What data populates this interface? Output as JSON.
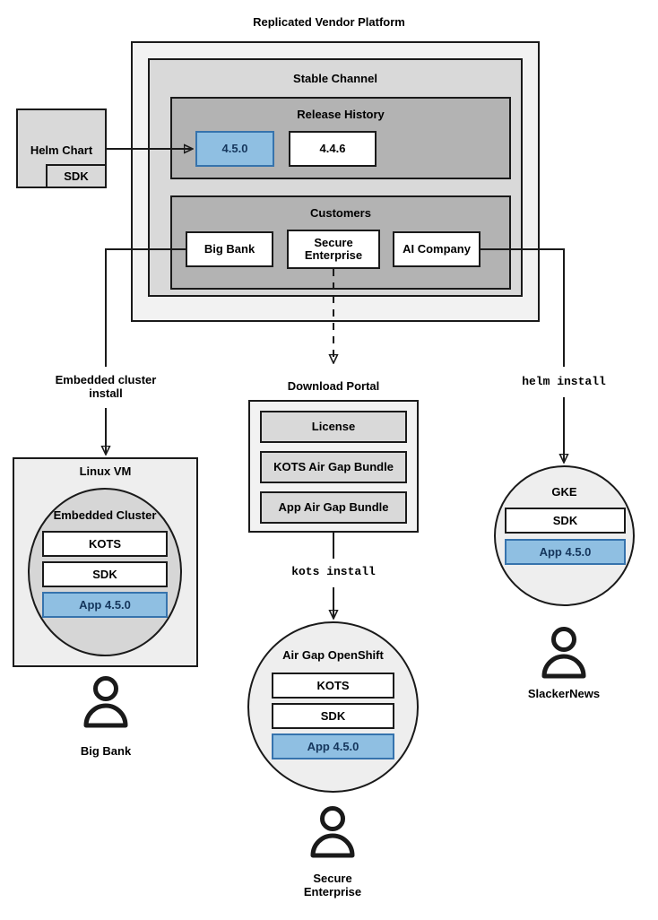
{
  "diagram": {
    "title": "Replicated Vendor Platform",
    "colors": {
      "blue_fill": "#8fbfe2",
      "blue_border": "#3673ad",
      "blue_text": "#15365c",
      "frame_outer": "#f2f2f2",
      "frame_mid": "#d9d9d9",
      "frame_inner": "#b3b3b3",
      "box_gray": "#d9d9d9",
      "stroke": "#1a1a1a"
    }
  },
  "platform": {
    "title": "Replicated Vendor Platform",
    "channel": {
      "title": "Stable Channel",
      "release_history": {
        "title": "Release History",
        "releases": [
          {
            "version": "4.5.0",
            "highlighted": true
          },
          {
            "version": "4.4.6",
            "highlighted": false
          }
        ]
      },
      "customers": {
        "title": "Customers",
        "items": [
          {
            "name": "Big Bank"
          },
          {
            "name": "Secure\nEnterprise",
            "line1": "Secure",
            "line2": "Enterprise"
          },
          {
            "name": "AI Company"
          }
        ]
      }
    }
  },
  "source": {
    "helm_chart": {
      "label": "Helm Chart",
      "sdk_label": "SDK"
    }
  },
  "edges": {
    "embedded_cluster_install": {
      "line1": "Embedded cluster",
      "line2": "install"
    },
    "helm_install": {
      "label": "helm install"
    },
    "kots_install": {
      "label": "kots install"
    }
  },
  "targets": {
    "linux_vm": {
      "title": "Linux VM",
      "cluster_title": "Embedded Cluster",
      "components": [
        {
          "label": "KOTS",
          "highlighted": false
        },
        {
          "label": "SDK",
          "highlighted": false
        },
        {
          "label": "App 4.5.0",
          "highlighted": true
        }
      ],
      "actor": "Big Bank"
    },
    "download_portal": {
      "title": "Download Portal",
      "artifacts": [
        {
          "label": "License"
        },
        {
          "label": "KOTS Air Gap Bundle"
        },
        {
          "label": "App Air Gap Bundle"
        }
      ]
    },
    "air_gap_openshift": {
      "title": "Air Gap OpenShift",
      "components": [
        {
          "label": "KOTS",
          "highlighted": false
        },
        {
          "label": "SDK",
          "highlighted": false
        },
        {
          "label": "App 4.5.0",
          "highlighted": true
        }
      ],
      "actor_line1": "Secure",
      "actor_line2": "Enterprise"
    },
    "gke": {
      "title": "GKE",
      "components": [
        {
          "label": "SDK",
          "highlighted": false
        },
        {
          "label": "App 4.5.0",
          "highlighted": true
        }
      ],
      "actor": "SlackerNews"
    }
  },
  "icons": {
    "person": "person-icon",
    "arrow": "arrow-head-icon"
  }
}
